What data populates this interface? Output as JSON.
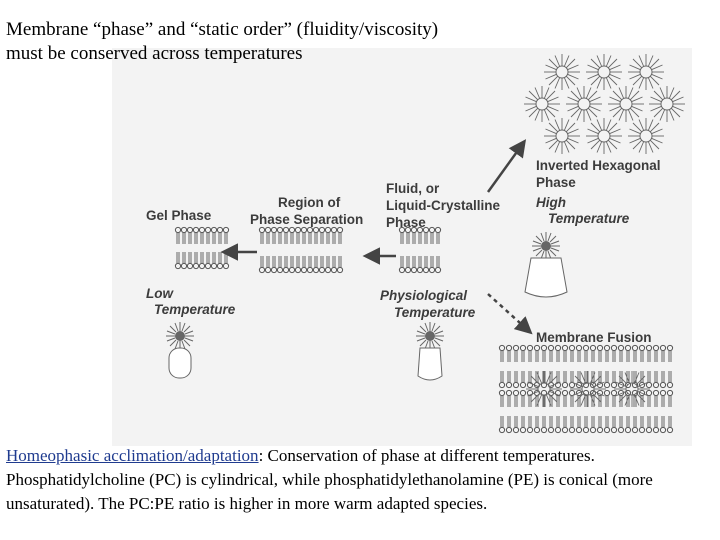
{
  "title": {
    "line1": "Membrane “phase” and “static order” (fluidity/viscosity)",
    "line2": "must be conserved across temperatures"
  },
  "figure": {
    "gel_phase": "Gel Phase",
    "phase_separation_line1": "Region of",
    "phase_separation_line2": "Phase Separation",
    "fluid_line1": "Fluid, or",
    "fluid_line2": "Liquid-Crystalline",
    "fluid_line3": "Phase",
    "inverted_line1": "Inverted Hexagonal",
    "inverted_line2": "Phase",
    "high_line1": "High",
    "high_line2": "Temperature",
    "low_line1": "Low",
    "low_line2": "Temperature",
    "physio_line1": "Physiological",
    "physio_line2": "Temperature",
    "fusion": "Membrane Fusion"
  },
  "caption": {
    "term": "Homeophasic acclimation/adaptation",
    "text": ":  Conservation of phase at different temperatures.  Phosphatidylcholine (PC) is cylindrical, while phosphatidylethanolamine (PE) is conical (more unsaturated).  The PC:PE ratio is higher in more warm adapted species."
  }
}
